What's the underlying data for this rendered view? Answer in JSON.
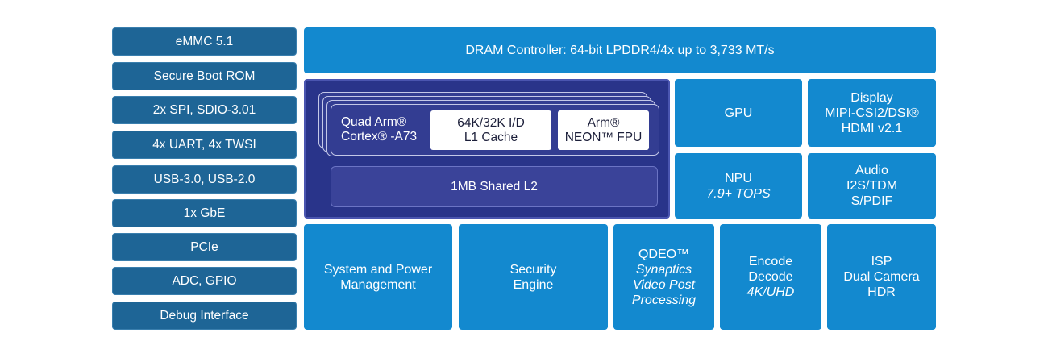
{
  "left_interfaces": [
    "eMMC 5.1",
    "Secure Boot ROM",
    "2x SPI, SDIO-3.01",
    "4x UART, 4x TWSI",
    "USB-3.0, USB-2.0",
    "1x GbE",
    "PCIe",
    "ADC, GPIO",
    "Debug Interface"
  ],
  "dram": "DRAM Controller: 64-bit LPDDR4/4x up to 3,733 MT/s",
  "cpu": {
    "cores_line1": "Quad Arm®",
    "cores_line2": "Cortex® -A73",
    "cache_line1": "64K/32K I/D",
    "cache_line2": "L1 Cache",
    "fpu_line1": "Arm®",
    "fpu_line2": "NEON™ FPU",
    "l2": "1MB Shared L2"
  },
  "gpu": "GPU",
  "display": {
    "line1": "Display",
    "line2": "MIPI-CSI2/DSI®",
    "line3": "HDMI v2.1"
  },
  "npu": {
    "line1": "NPU",
    "line2": "7.9+ TOPS"
  },
  "audio": {
    "line1": "Audio",
    "line2": "I2S/TDM",
    "line3": "S/PDIF"
  },
  "system_power": {
    "line1": "System and Power",
    "line2": "Management"
  },
  "security": {
    "line1": "Security",
    "line2": "Engine"
  },
  "qdeo": {
    "line1": "QDEO™",
    "line2": "Synaptics",
    "line3": "Video Post",
    "line4": "Processing"
  },
  "codec": {
    "line1": "Encode",
    "line2": "Decode",
    "line3": "4K/UHD"
  },
  "isp": {
    "line1": "ISP",
    "line2": "Dual Camera",
    "line3": "HDR"
  },
  "colors": {
    "left_blocks": "#1e6596",
    "blocks": "#1389cf",
    "cpu_cluster": "#29348a",
    "l2": "#3a4399"
  }
}
